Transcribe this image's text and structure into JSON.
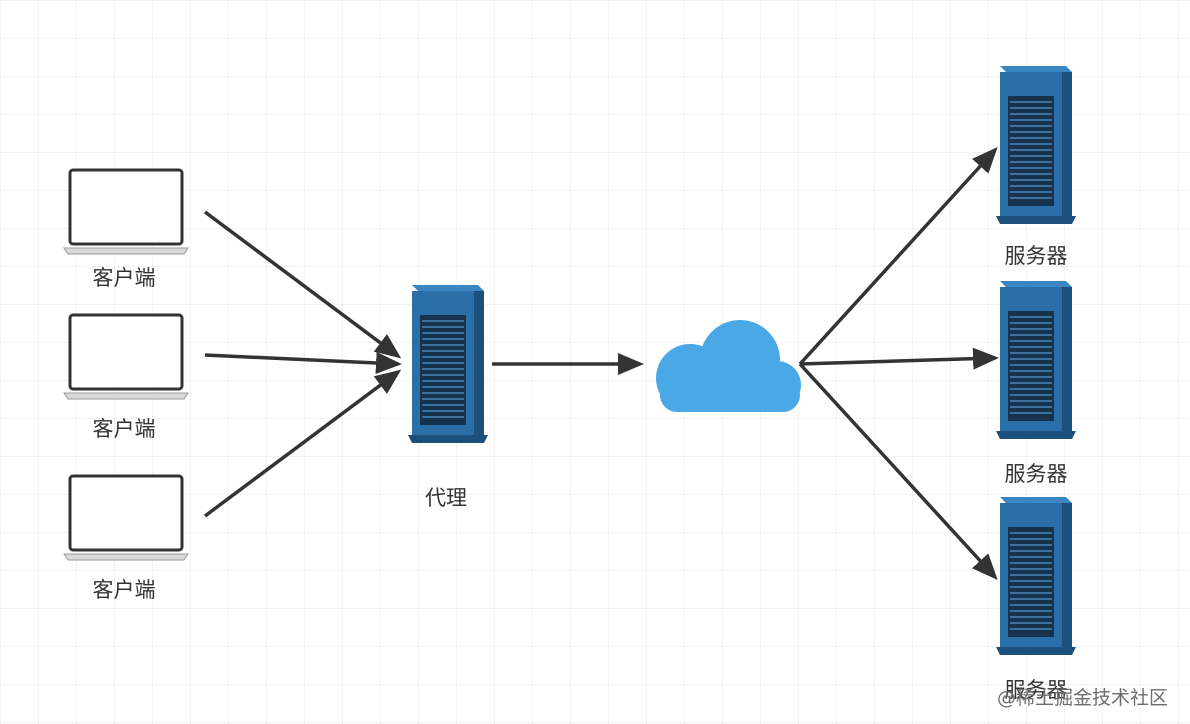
{
  "nodes": {
    "client_label": "客户端",
    "proxy_label": "代理",
    "server_label": "服务器"
  },
  "watermark": "@稀土掘金技术社区",
  "colors": {
    "server_body": "#2b6fa8",
    "server_side": "#1d4f7c",
    "server_dark": "#16324d",
    "cloud": "#4aa8e6",
    "arrow": "#333333",
    "laptop_outline": "#333333",
    "grid": "#e4e4e4"
  }
}
